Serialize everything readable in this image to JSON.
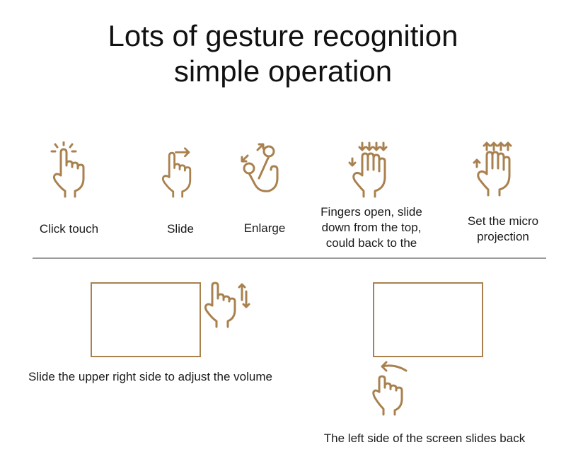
{
  "title": {
    "line1": "Lots of gesture recognition",
    "line2": "simple operation"
  },
  "colors": {
    "icon_stroke": "#a9814f",
    "divider": "#9a9a9a",
    "text": "#111111"
  },
  "gestures": [
    {
      "icon": "click-touch-hand-icon",
      "label": "Click touch"
    },
    {
      "icon": "slide-hand-icon",
      "label": "Slide"
    },
    {
      "icon": "enlarge-hand-icon",
      "label": "Enlarge"
    },
    {
      "icon": "fingers-down-hand-icon",
      "label_lines": [
        "Fingers open, slide",
        "down from the top,",
        "could back to the"
      ]
    },
    {
      "icon": "fingers-up-hand-icon",
      "label_lines": [
        "Set the micro",
        "projection"
      ]
    }
  ],
  "bottom": {
    "volume_label": "Slide the upper right side to adjust the volume",
    "back_label": "The left side of the screen slides back"
  }
}
